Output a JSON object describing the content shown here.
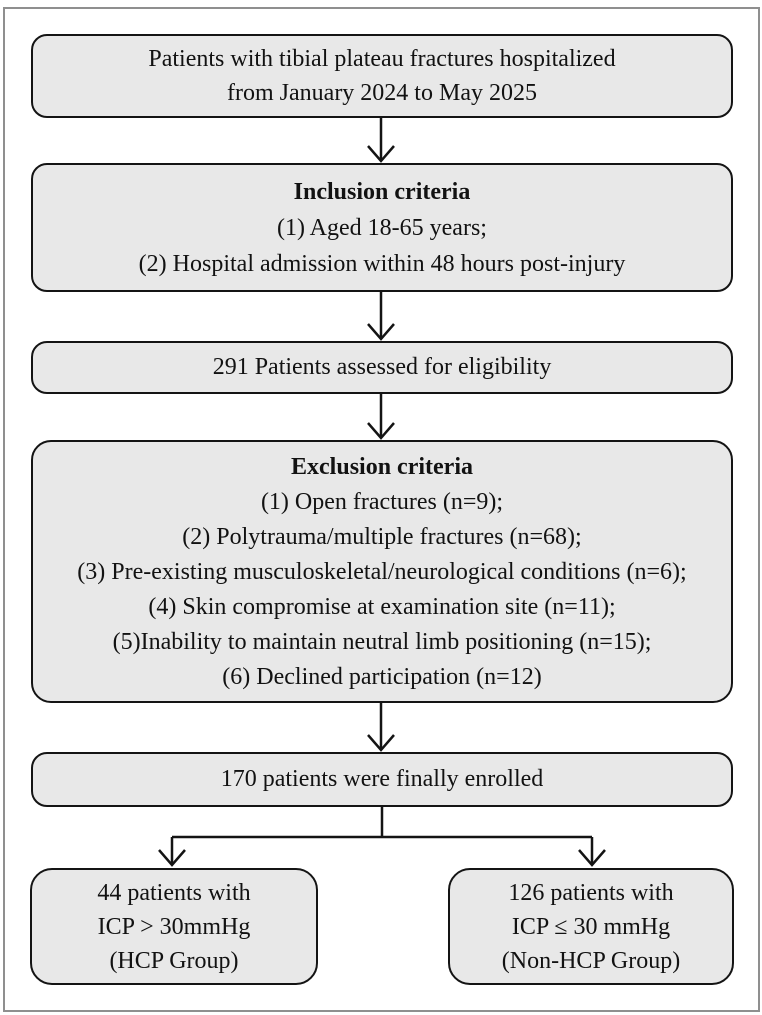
{
  "figure": {
    "type": "flowchart",
    "background": "#ffffff",
    "frame_color": "#8f8f8f",
    "box_fill": "#e8e8e8",
    "box_border": "#141414",
    "boxes": {
      "population": {
        "lines": [
          "Patients with tibial plateau fractures hospitalized",
          "from January 2024 to May 2025"
        ]
      },
      "inclusion": {
        "title": "Inclusion criteria",
        "lines": [
          "(1) Aged 18-65 years;",
          "(2) Hospital admission within 48 hours post-injury"
        ]
      },
      "assessed": {
        "lines": [
          "291 Patients assessed for eligibility"
        ]
      },
      "exclusion": {
        "title": "Exclusion criteria",
        "lines": [
          "(1) Open fractures (n=9);",
          "(2) Polytrauma/multiple fractures (n=68);",
          "(3) Pre-existing musculoskeletal/neurological conditions (n=6);",
          "(4) Skin compromise at examination site (n=11);",
          "(5)Inability to maintain neutral limb positioning (n=15);",
          "(6) Declined participation (n=12)"
        ]
      },
      "enrolled": {
        "lines": [
          "170 patients were finally enrolled"
        ]
      },
      "hcp_group": {
        "lines": [
          "44 patients with",
          "ICP > 30mmHg",
          "(HCP Group)"
        ]
      },
      "non_hcp_group": {
        "lines": [
          "126 patients with",
          "ICP ≤ 30 mmHg",
          "(Non-HCP Group)"
        ]
      }
    }
  }
}
